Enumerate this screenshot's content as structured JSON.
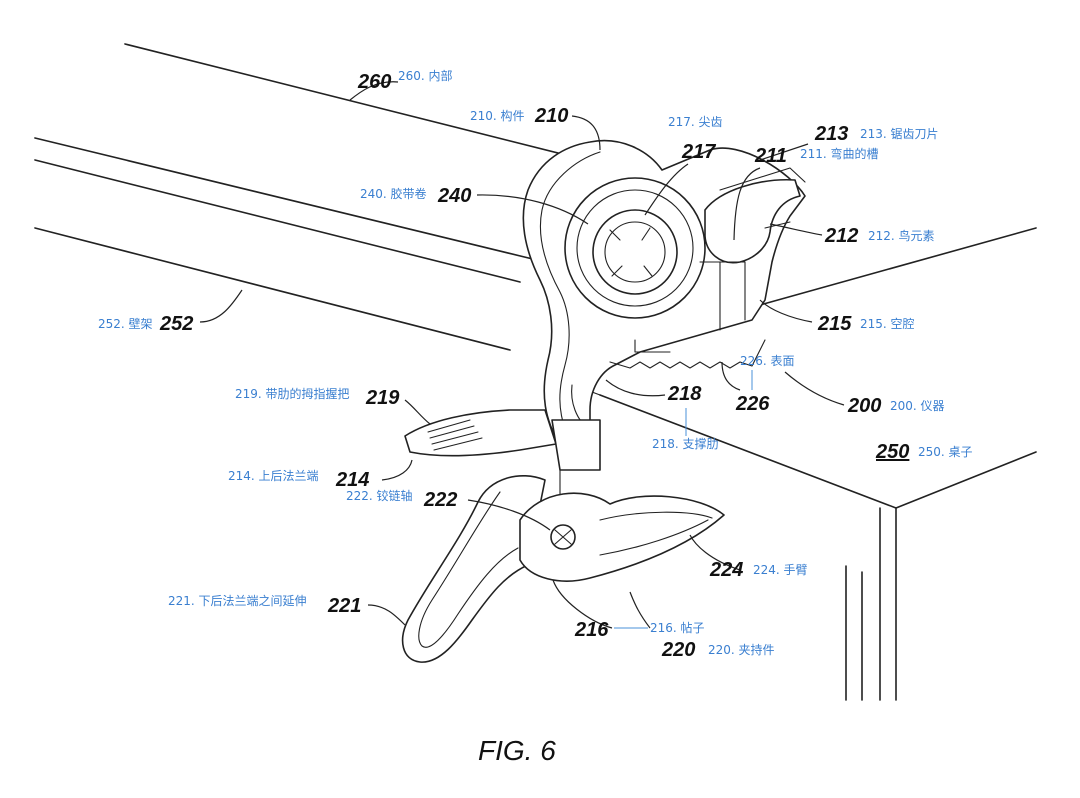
{
  "figure": {
    "caption": "FIG. 6",
    "labels": {
      "n260": "260",
      "c260": "260. 内部",
      "n210": "210",
      "c210": "210. 构件",
      "n217": "217",
      "c217": "217. 尖齿",
      "n213": "213",
      "c213": "213. 锯齿刀片",
      "n211": "211",
      "c211": "211. 弯曲的槽",
      "n240": "240",
      "c240": "240. 胶带卷",
      "n212": "212",
      "c212": "212. 鸟元素",
      "n252": "252",
      "c252": "252. 壁架",
      "n215": "215",
      "c215": "215. 空腔",
      "n226": "226",
      "c226": "226. 表面",
      "n218": "218",
      "c218": "218. 支撑肋",
      "n200": "200",
      "c200": "200. 仪器",
      "n219": "219",
      "c219": "219. 带肋的拇指握把",
      "n250": "250",
      "c250": "250. 桌子",
      "n214": "214",
      "c214": "214. 上后法兰端",
      "n222": "222",
      "c222": "222. 铰链轴",
      "n224": "224",
      "c224": "224. 手臂",
      "n221": "221",
      "c221": "221. 下后法兰端之间延伸",
      "n216": "216",
      "c216": "216. 帖子",
      "n220": "220",
      "c220": "220. 夹持件"
    }
  }
}
